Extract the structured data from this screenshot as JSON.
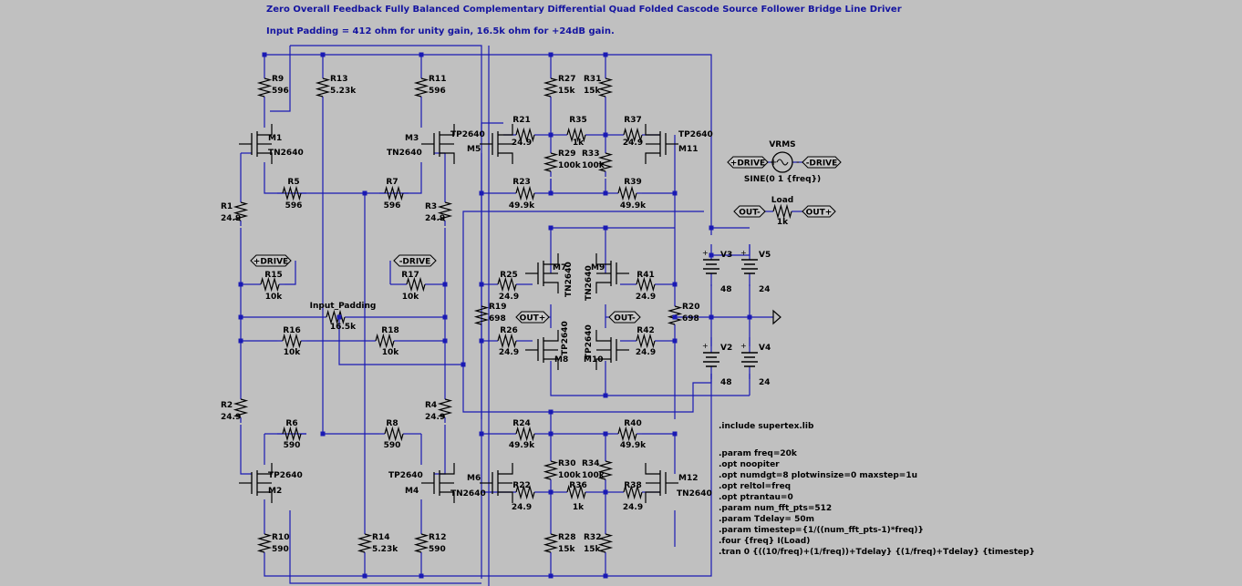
{
  "title": "Zero Overall Feedback Fully Balanced Complementary Differential Quad Folded Cascode Source Follower Bridge Line Driver",
  "subtitle": "Input Padding = 412 ohm for unity gain, 16.5k ohm for +24dB gain.",
  "colors": {
    "background": "#c0c0c0",
    "wire": "#1a1ab4",
    "component": "#000000",
    "text": "#000000",
    "header_text": "#1414a0",
    "junction": "#1a1ab4"
  },
  "resistors": [
    {
      "name": "R9",
      "value": "596"
    },
    {
      "name": "R13",
      "value": "5.23k"
    },
    {
      "name": "R11",
      "value": "596"
    },
    {
      "name": "R27",
      "value": "15k"
    },
    {
      "name": "R31",
      "value": "15k"
    },
    {
      "name": "R21",
      "value": "24.9"
    },
    {
      "name": "R35",
      "value": "1k"
    },
    {
      "name": "R37",
      "value": "24.9"
    },
    {
      "name": "R29",
      "value": "100k"
    },
    {
      "name": "R33",
      "value": "100k"
    },
    {
      "name": "R5",
      "value": "596"
    },
    {
      "name": "R7",
      "value": "596"
    },
    {
      "name": "R1",
      "value": "24.9"
    },
    {
      "name": "R3",
      "value": "24.9"
    },
    {
      "name": "R23",
      "value": "49.9k"
    },
    {
      "name": "R39",
      "value": "49.9k"
    },
    {
      "name": "Load",
      "value": "1k"
    },
    {
      "name": "R15",
      "value": "10k"
    },
    {
      "name": "R17",
      "value": "10k"
    },
    {
      "name": "R25",
      "value": "24.9"
    },
    {
      "name": "R41",
      "value": "24.9"
    },
    {
      "name": "R19",
      "value": "698"
    },
    {
      "name": "R20",
      "value": "698"
    },
    {
      "name": "Input_Padding",
      "value": "16.5k"
    },
    {
      "name": "R16",
      "value": "10k"
    },
    {
      "name": "R18",
      "value": "10k"
    },
    {
      "name": "R26",
      "value": "24.9"
    },
    {
      "name": "R42",
      "value": "24.9"
    },
    {
      "name": "R2",
      "value": "24.9"
    },
    {
      "name": "R4",
      "value": "24.9"
    },
    {
      "name": "R6",
      "value": "590"
    },
    {
      "name": "R8",
      "value": "590"
    },
    {
      "name": "R24",
      "value": "49.9k"
    },
    {
      "name": "R40",
      "value": "49.9k"
    },
    {
      "name": "R30",
      "value": "100k"
    },
    {
      "name": "R34",
      "value": "100k"
    },
    {
      "name": "R22",
      "value": "24.9"
    },
    {
      "name": "R36",
      "value": "1k"
    },
    {
      "name": "R38",
      "value": "24.9"
    },
    {
      "name": "R10",
      "value": "590"
    },
    {
      "name": "R14",
      "value": "5.23k"
    },
    {
      "name": "R12",
      "value": "590"
    },
    {
      "name": "R28",
      "value": "15k"
    },
    {
      "name": "R32",
      "value": "15k"
    }
  ],
  "transistors": [
    {
      "name": "M1",
      "model": "TN2640"
    },
    {
      "name": "M3",
      "model": "TN2640"
    },
    {
      "name": "M5",
      "model": "TP2640"
    },
    {
      "name": "M11",
      "model": "TP2640"
    },
    {
      "name": "M7",
      "model": "TN2640"
    },
    {
      "name": "M9",
      "model": "TN2640"
    },
    {
      "name": "M8",
      "model": "TP2640"
    },
    {
      "name": "M10",
      "model": "TP2640"
    },
    {
      "name": "M2",
      "model": "TP2640"
    },
    {
      "name": "M4",
      "model": "TP2640"
    },
    {
      "name": "M6",
      "model": "TN2640"
    },
    {
      "name": "M12",
      "model": "TN2640"
    }
  ],
  "sources": [
    {
      "name": "V3",
      "value": "48"
    },
    {
      "name": "V5",
      "value": "24"
    },
    {
      "name": "V2",
      "value": "48"
    },
    {
      "name": "V4",
      "value": "24"
    },
    {
      "name": "VRMS",
      "value": "SINE(0 1 {freq})"
    }
  ],
  "net_labels": [
    "+DRIVE",
    "-DRIVE",
    "OUT-",
    "OUT+"
  ],
  "polarity_marks": [
    "+",
    "-"
  ],
  "directives": [
    ".include supertex.lib",
    ".param freq=20k",
    ".opt noopiter",
    ".opt numdgt=8 plotwinsize=0 maxstep=1u",
    ".opt reltol=freq",
    ".opt ptrantau=0",
    ".param num_fft_pts=512",
    ".param Tdelay= 50m",
    ".param timestep={1/((num_fft_pts-1)*freq)}",
    ".four {freq} I(Load)",
    ".tran 0 {((10/freq)+(1/freq))+Tdelay} {(1/freq)+Tdelay} {timestep}"
  ]
}
